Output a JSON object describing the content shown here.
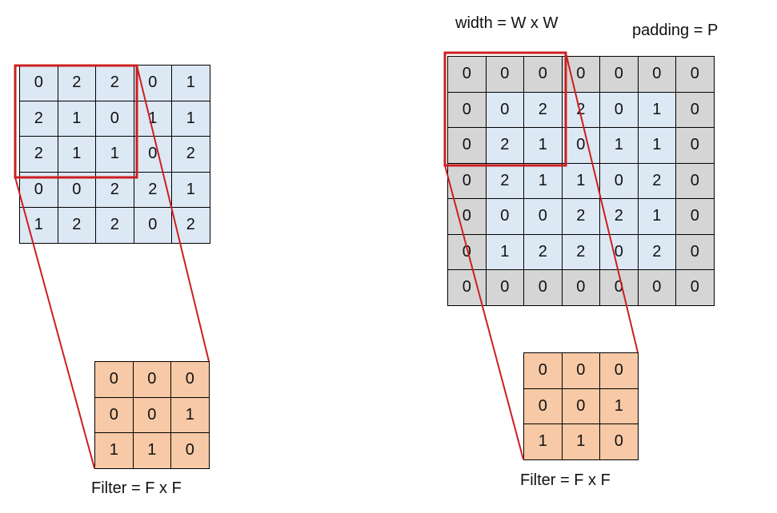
{
  "left": {
    "input": [
      [
        "0",
        "2",
        "2",
        "0",
        "1"
      ],
      [
        "2",
        "1",
        "0",
        "1",
        "1"
      ],
      [
        "2",
        "1",
        "1",
        "0",
        "2"
      ],
      [
        "0",
        "0",
        "2",
        "2",
        "1"
      ],
      [
        "1",
        "2",
        "2",
        "0",
        "2"
      ]
    ],
    "filter": [
      [
        "0",
        "0",
        "0"
      ],
      [
        "0",
        "0",
        "1"
      ],
      [
        "1",
        "1",
        "0"
      ]
    ],
    "filter_label": "Filter = F x F"
  },
  "right": {
    "width_label": "width = W x W",
    "padding_label": "padding = P",
    "padded_input": [
      [
        "0",
        "0",
        "0",
        "0",
        "0",
        "0",
        "0"
      ],
      [
        "0",
        "0",
        "2",
        "2",
        "0",
        "1",
        "0"
      ],
      [
        "0",
        "2",
        "1",
        "0",
        "1",
        "1",
        "0"
      ],
      [
        "0",
        "2",
        "1",
        "1",
        "0",
        "2",
        "0"
      ],
      [
        "0",
        "0",
        "0",
        "2",
        "2",
        "1",
        "0"
      ],
      [
        "0",
        "1",
        "2",
        "2",
        "0",
        "2",
        "0"
      ],
      [
        "0",
        "0",
        "0",
        "0",
        "0",
        "0",
        "0"
      ]
    ],
    "filter": [
      [
        "0",
        "0",
        "0"
      ],
      [
        "0",
        "0",
        "1"
      ],
      [
        "1",
        "1",
        "0"
      ]
    ],
    "filter_label": "Filter = F x F"
  },
  "colors": {
    "input_fill": "#dde8f5",
    "padding_fill": "#d5d5d5",
    "filter_fill": "#f7c9a6",
    "highlight": "#cc1f1f"
  }
}
